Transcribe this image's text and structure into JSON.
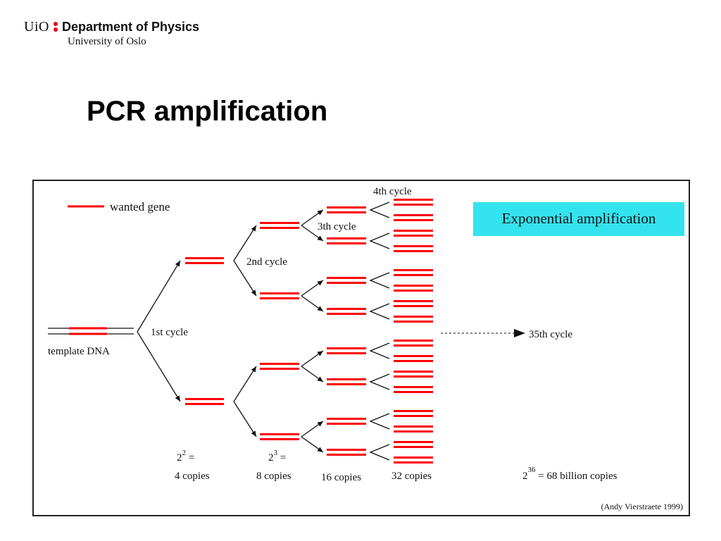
{
  "header": {
    "logo_text": "UiO",
    "department": "Department of Physics",
    "university": "University of Oslo",
    "logo_dot_color": "#e3001b"
  },
  "slide": {
    "title": "PCR amplification"
  },
  "diagram": {
    "legend_label": "wanted gene",
    "template_label": "template DNA",
    "highlight_label": "Exponential amplification",
    "highlight_color": "#33e3ee",
    "gene_color": "#ff0000",
    "cycle_labels": {
      "c1": "1st cycle",
      "c2": "2nd cycle",
      "c3": "3th cycle",
      "c4": "4th cycle",
      "c35": "35th cycle"
    },
    "counts": {
      "c1_formula_base": "2",
      "c1_formula_exp": "2",
      "c1_formula_tail": " =",
      "c1_copies": "4 copies",
      "c2_formula_base": "2",
      "c2_formula_exp": "3",
      "c2_formula_tail": " =",
      "c2_copies": "8 copies",
      "c3_copies": "16 copies",
      "c4_copies": "32 copies",
      "c35_formula_base": "2",
      "c35_formula_exp": "36",
      "c35_formula_tail": " = 68 billion copies"
    },
    "credit": "(Andy Vierstraete 1999)"
  }
}
